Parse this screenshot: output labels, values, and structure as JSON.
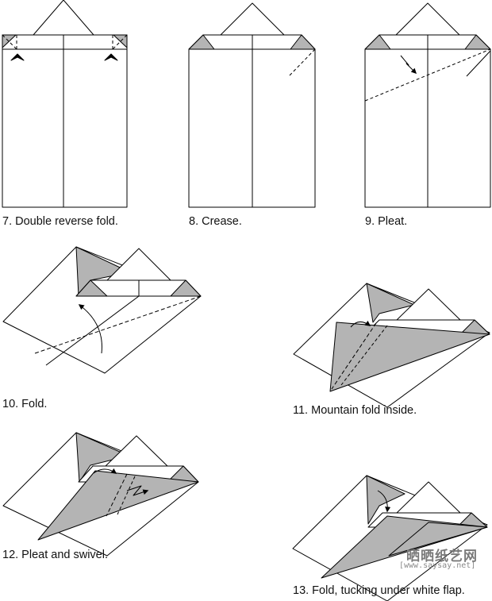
{
  "steps": [
    {
      "number": "7",
      "caption": "7. Double reverse fold."
    },
    {
      "number": "8",
      "caption": "8. Crease."
    },
    {
      "number": "9",
      "caption": "9. Pleat."
    },
    {
      "number": "10",
      "caption": "10. Fold."
    },
    {
      "number": "11",
      "caption": "11. Mountain fold inside."
    },
    {
      "number": "12",
      "caption": "12. Pleat and swivel."
    },
    {
      "number": "13",
      "caption": "13. Fold, tucking under white flap."
    }
  ],
  "watermark": {
    "site_name": "晒晒纸艺网",
    "url": "[www.saysay.net]"
  },
  "colors": {
    "paper_white": "#ffffff",
    "paper_gray": "#b4b4b4",
    "line": "#000000"
  }
}
